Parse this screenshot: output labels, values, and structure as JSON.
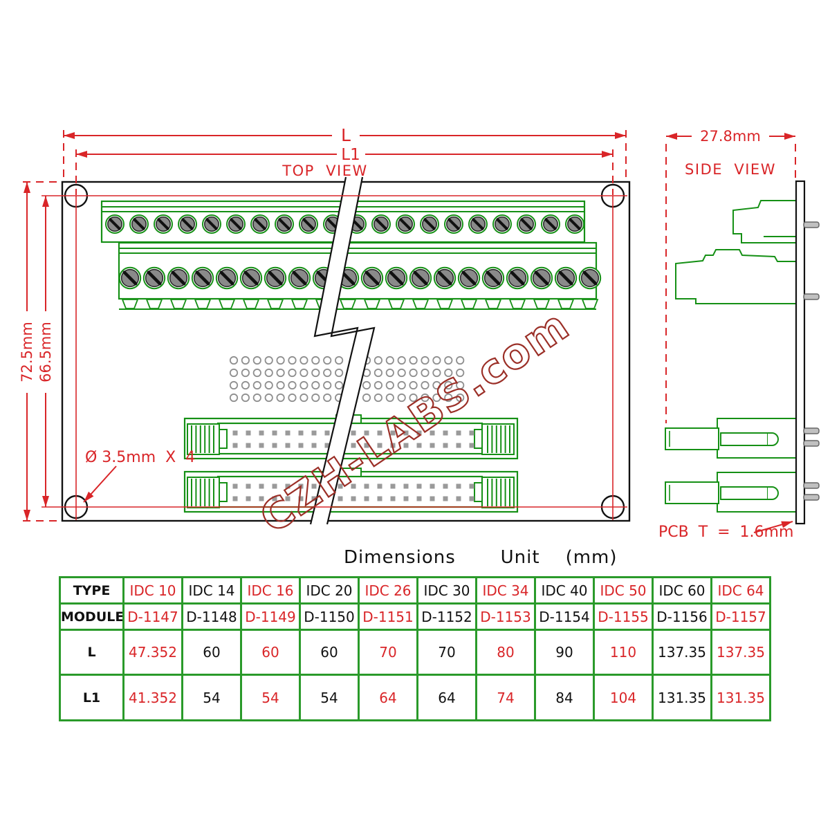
{
  "drawing": {
    "top_view": {
      "label": "TOP  VIEW",
      "dim_length_outer": "L",
      "dim_length_inner": "L1",
      "dim_height_outer": "72.5mm",
      "dim_height_inner": "66.5mm",
      "mount_hole_note": "Ø 3.5mm  X  4"
    },
    "side_view": {
      "label": "SIDE  VIEW",
      "dim_depth": "27.8mm",
      "pcb_thickness_note": "PCB  T  =  1.6mm"
    },
    "watermark": "CZH-LABS.com"
  },
  "table": {
    "title": "Dimensions       Unit    (mm)",
    "row_headers": [
      "TYPE",
      "MODULE",
      "L",
      "L1"
    ],
    "columns": [
      {
        "type": "IDC 10",
        "module": "D-1147",
        "l": "47.352",
        "l1": "41.352"
      },
      {
        "type": "IDC 14",
        "module": "D-1148",
        "l": "60",
        "l1": "54"
      },
      {
        "type": "IDC 16",
        "module": "D-1149",
        "l": "60",
        "l1": "54"
      },
      {
        "type": "IDC 20",
        "module": "D-1150",
        "l": "60",
        "l1": "54"
      },
      {
        "type": "IDC 26",
        "module": "D-1151",
        "l": "70",
        "l1": "64"
      },
      {
        "type": "IDC 30",
        "module": "D-1152",
        "l": "70",
        "l1": "64"
      },
      {
        "type": "IDC 34",
        "module": "D-1153",
        "l": "80",
        "l1": "74"
      },
      {
        "type": "IDC 40",
        "module": "D-1154",
        "l": "90",
        "l1": "84"
      },
      {
        "type": "IDC 50",
        "module": "D-1155",
        "l": "110",
        "l1": "104"
      },
      {
        "type": "IDC 60",
        "module": "D-1156",
        "l": "137.35",
        "l1": "131.35"
      },
      {
        "type": "IDC 64",
        "module": "D-1157",
        "l": "137.35",
        "l1": "131.35"
      }
    ]
  },
  "colors": {
    "dimension_red": "#d92528",
    "board_green": "#159015",
    "table_green": "#2a9a2a",
    "watermark_maroon": "#9b2f27"
  }
}
